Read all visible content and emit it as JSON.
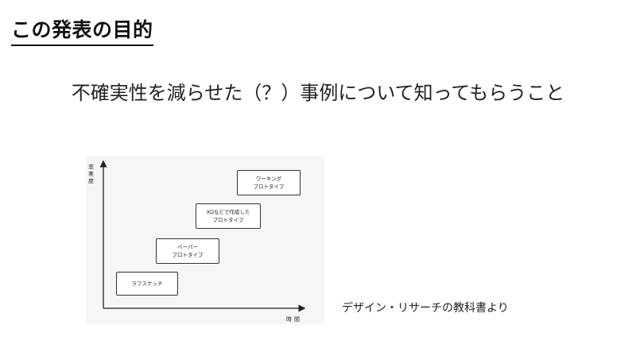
{
  "slide": {
    "title": "この発表の目的",
    "subtitle": "不確実性を減らせた（？）事例について知ってもらうこと",
    "caption": "デザイン・リサーチの教科書より"
  },
  "figure": {
    "y_axis_label": "忠実度",
    "x_axis_label": "時間",
    "stages": [
      {
        "line1": "ラフスケッチ",
        "line2": ""
      },
      {
        "line1": "ペーパー",
        "line2": "プロトタイプ"
      },
      {
        "line1": "XDなどで作成した",
        "line2": "プロトタイプ"
      },
      {
        "line1": "ワーキング",
        "line2": "プロトタイプ"
      }
    ]
  }
}
